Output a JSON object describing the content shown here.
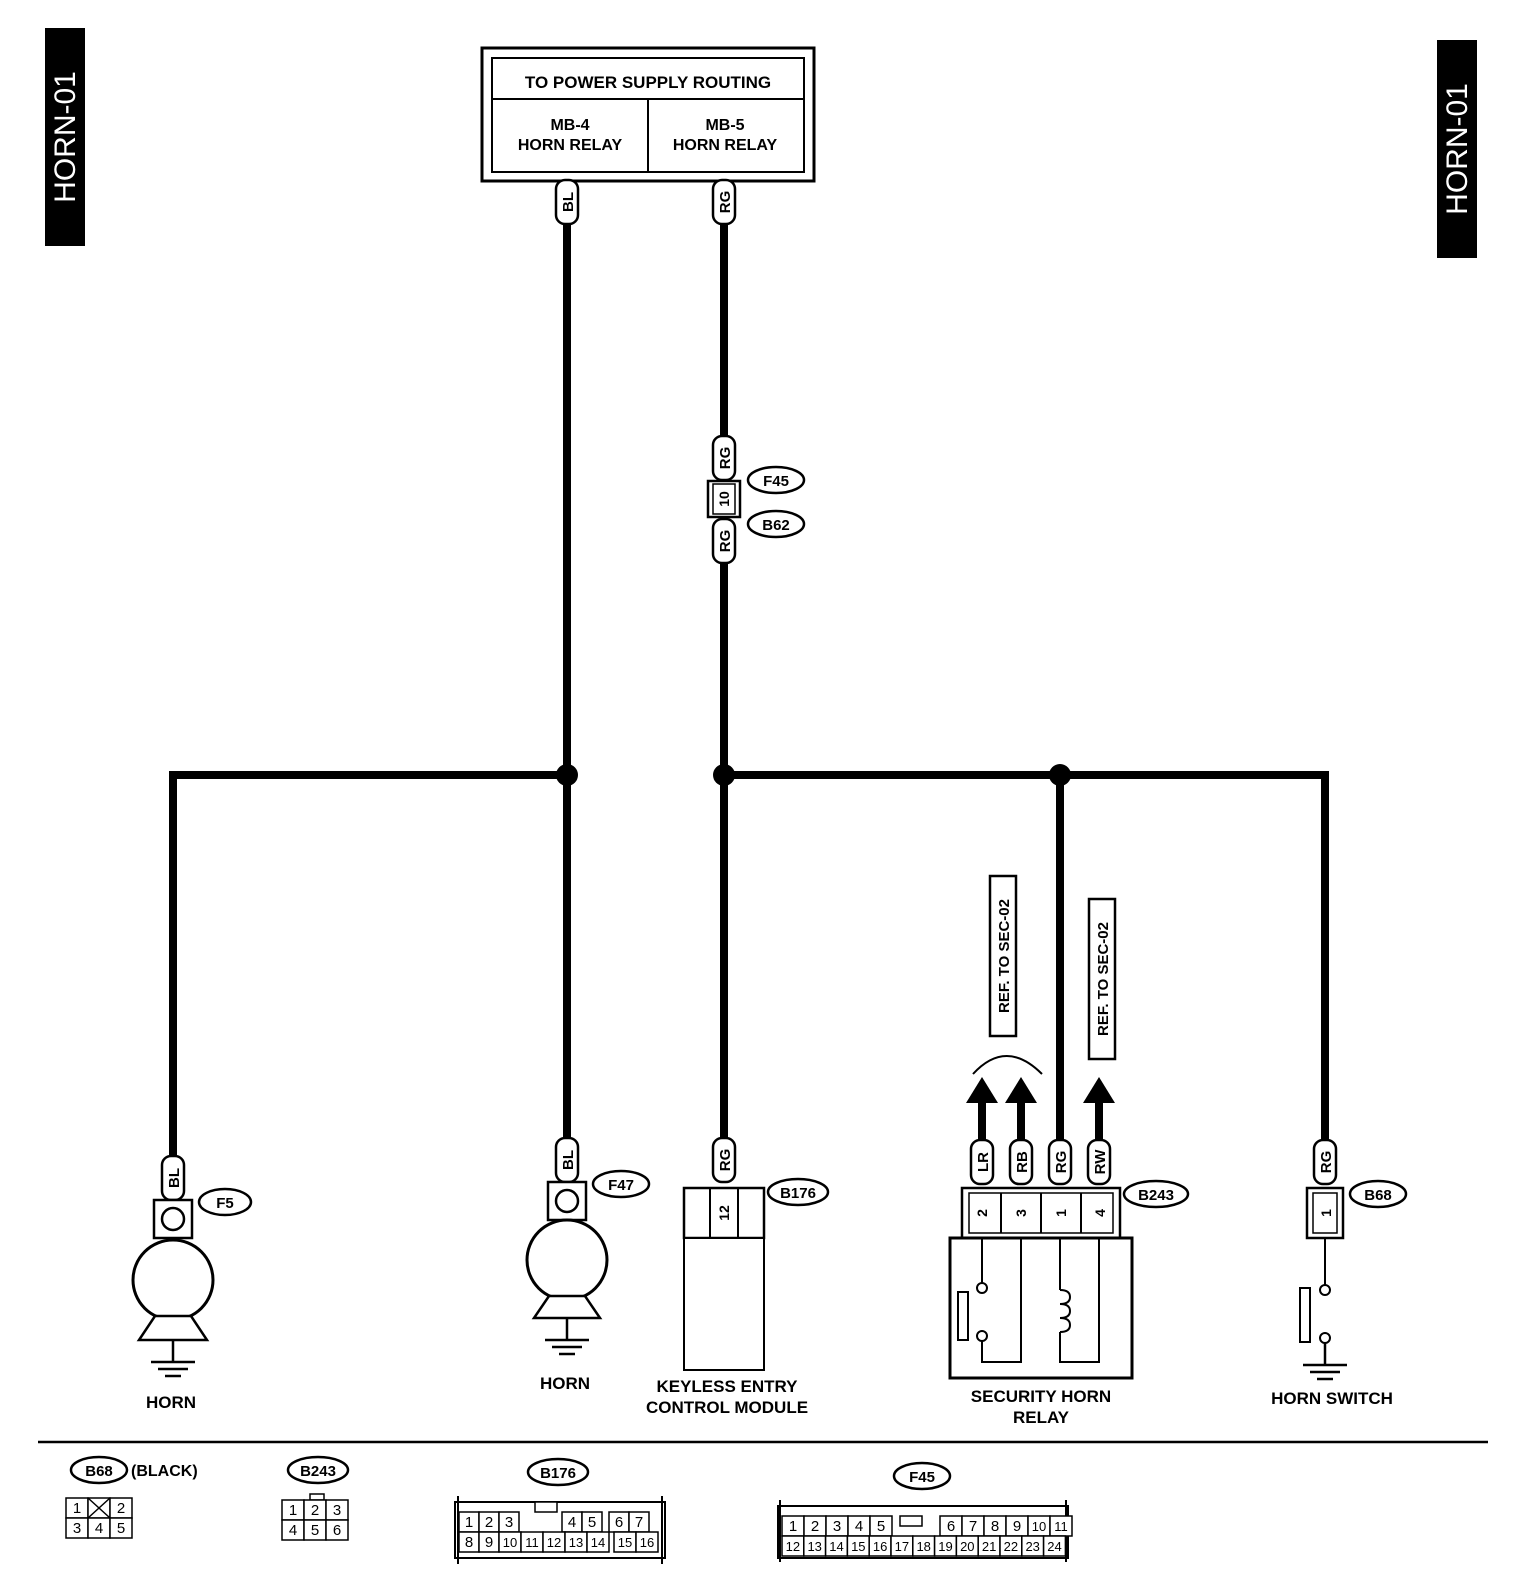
{
  "page_tag": "HORN-01",
  "power_box": {
    "title": "TO POWER SUPPLY ROUTING",
    "left": {
      "id": "MB-4",
      "name": "HORN RELAY"
    },
    "right": {
      "id": "MB-5",
      "name": "HORN RELAY"
    }
  },
  "wire_colors": {
    "bl": "BL",
    "rg": "RG",
    "lr": "LR",
    "rb": "RB",
    "rw": "RW"
  },
  "inline_connector": {
    "top": "F45",
    "bottom": "B62",
    "pin": "10"
  },
  "connectors": {
    "f5": "F5",
    "f47": "F47",
    "b176": "B176",
    "b243": "B243",
    "b68": "B68"
  },
  "pins": {
    "b176": "12",
    "b243": [
      "2",
      "3",
      "1",
      "4"
    ],
    "b68": "1"
  },
  "refs": {
    "left": "REF. TO SEC-02",
    "right": "REF. TO SEC-02"
  },
  "components": {
    "horn_left": "HORN",
    "horn_right": "HORN",
    "keyless_line1": "KEYLESS ENTRY",
    "keyless_line2": "CONTROL MODULE",
    "security_line1": "SECURITY HORN",
    "security_line2": "RELAY",
    "horn_switch": "HORN SWITCH"
  },
  "legend": {
    "b68": {
      "id": "B68",
      "note": "(BLACK)",
      "row1": [
        "1",
        "",
        "2"
      ],
      "row2": [
        "3",
        "4",
        "5"
      ]
    },
    "b243": {
      "id": "B243",
      "row1": [
        "1",
        "2",
        "3"
      ],
      "row2": [
        "4",
        "5",
        "6"
      ]
    },
    "b176": {
      "id": "B176",
      "row1": [
        "1",
        "2",
        "3",
        "4",
        "5",
        "6",
        "7"
      ],
      "row2": [
        "8",
        "9",
        "10",
        "11",
        "12",
        "13",
        "14",
        "15",
        "16"
      ]
    },
    "f45": {
      "id": "F45",
      "row1": [
        "1",
        "2",
        "3",
        "4",
        "5",
        "6",
        "7",
        "8",
        "9",
        "10",
        "11"
      ],
      "row2": [
        "12",
        "13",
        "14",
        "15",
        "16",
        "17",
        "18",
        "19",
        "20",
        "21",
        "22",
        "23",
        "24"
      ]
    }
  }
}
